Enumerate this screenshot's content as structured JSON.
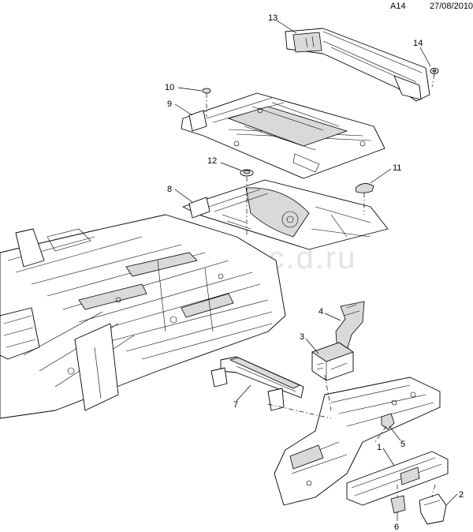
{
  "header": {
    "diagram_code": "A14",
    "date": "27/08/2010"
  },
  "watermark": "www.gmsk-c.d.ru",
  "callouts": [
    {
      "id": "1",
      "label": "1"
    },
    {
      "id": "2",
      "label": "2"
    },
    {
      "id": "3",
      "label": "3"
    },
    {
      "id": "4",
      "label": "4"
    },
    {
      "id": "5",
      "label": "5"
    },
    {
      "id": "6",
      "label": "6"
    },
    {
      "id": "7",
      "label": "7"
    },
    {
      "id": "8",
      "label": "8"
    },
    {
      "id": "9",
      "label": "9"
    },
    {
      "id": "10",
      "label": "10"
    },
    {
      "id": "11",
      "label": "11"
    },
    {
      "id": "12",
      "label": "12"
    },
    {
      "id": "13",
      "label": "13"
    },
    {
      "id": "14",
      "label": "14"
    }
  ]
}
